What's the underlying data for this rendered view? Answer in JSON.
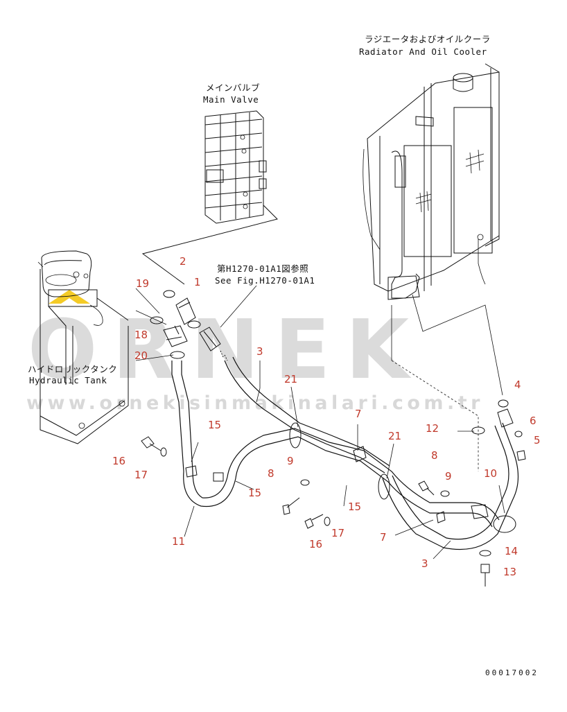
{
  "watermark": {
    "brand": "ORNEK",
    "url": "www.ornekisinmakinalari.com.tr",
    "color": "#c8c8c8",
    "accent": "#f2c200"
  },
  "captions": {
    "radiator_jp": "ラジエータおよびオイルクーラ",
    "radiator_en": "Radiator And Oil Cooler",
    "main_valve_jp": "メインバルブ",
    "main_valve_en": "Main Valve",
    "see_fig_jp": "第H1270-01A1図参照",
    "see_fig_en": "See Fig.H1270-01A1",
    "tank_jp": "ハイドロリックタンク",
    "tank_en": "Hydraulic Tank",
    "drawing_number": "00017002"
  },
  "callouts": {
    "c1": "1",
    "c2": "2",
    "c3a": "3",
    "c3b": "3",
    "c4": "4",
    "c5": "5",
    "c6": "6",
    "c7a": "7",
    "c7b": "7",
    "c8a": "8",
    "c8b": "8",
    "c9a": "9",
    "c9b": "9",
    "c10": "10",
    "c11": "11",
    "c12": "12",
    "c13": "13",
    "c14": "14",
    "c15a": "15",
    "c15b": "15",
    "c15c": "15",
    "c16a": "16",
    "c16b": "16",
    "c17a": "17",
    "c17b": "17",
    "c18": "18",
    "c19": "19",
    "c20": "20",
    "c21a": "21",
    "c21b": "21"
  },
  "colors": {
    "callout": "#c0392b",
    "line": "#111111"
  }
}
